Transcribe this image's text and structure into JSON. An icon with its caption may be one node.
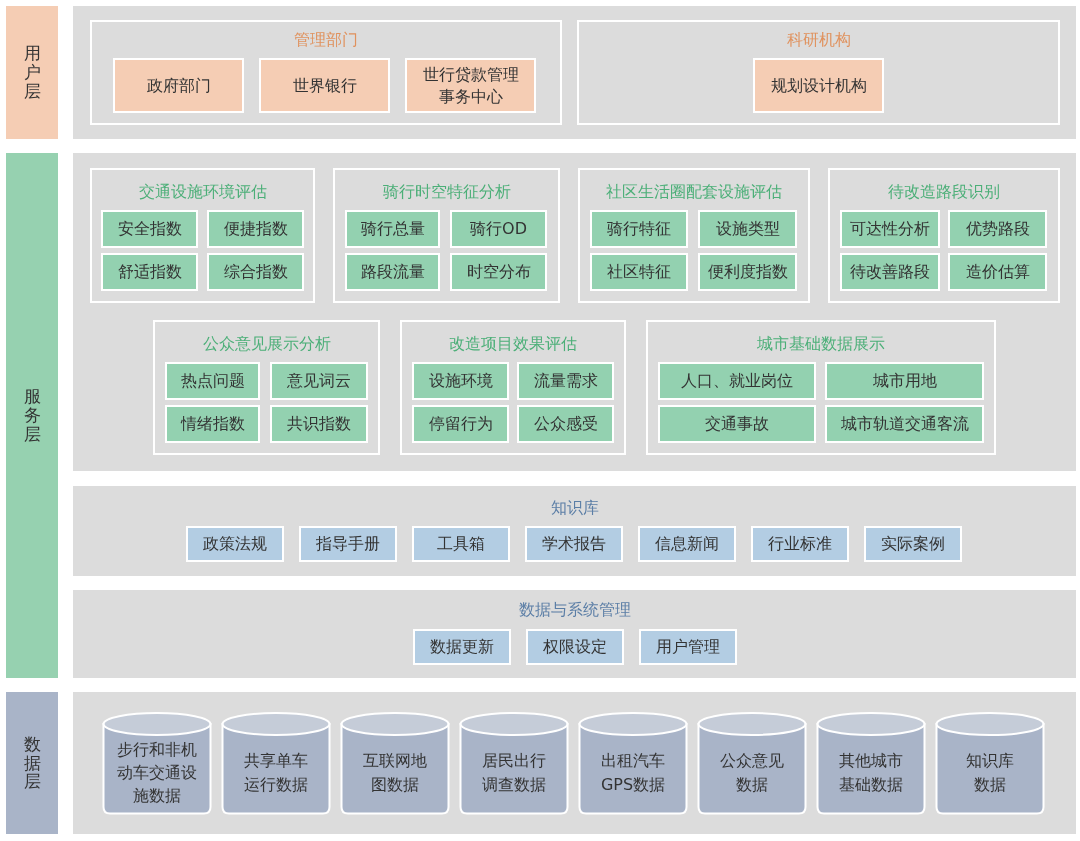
{
  "diagram": {
    "nodes": [
      {
        "text": [
          "用户层"
        ]
      },
      {
        "text": [
          "管理部门"
        ]
      },
      {
        "text": [
          "政府部门"
        ],
        "in": 1
      },
      {
        "text": [
          "世界银行"
        ],
        "in": 1
      },
      {
        "text": [
          "世行贷款管理事务中心"
        ],
        "in": 1
      },
      {
        "text": [
          "科研机构"
        ]
      },
      {
        "text": [
          "规划设计机构"
        ],
        "in": 5
      },
      {
        "text": [
          "服务层"
        ]
      },
      {
        "text": [
          "交通设施环境评估"
        ]
      },
      {
        "text": [
          "安全指数"
        ],
        "in": 8
      },
      {
        "text": [
          "便捷指数"
        ],
        "in": 8
      },
      {
        "text": [
          "舒适指数"
        ],
        "in": 8
      },
      {
        "text": [
          "综合指数"
        ],
        "in": 8
      },
      {
        "text": [
          "骑行时空特征分析"
        ]
      },
      {
        "text": [
          "骑行总量"
        ],
        "in": 13
      },
      {
        "text": [
          "骑行OD"
        ],
        "in": 13
      },
      {
        "text": [
          "路段流量"
        ],
        "in": 13
      },
      {
        "text": [
          "时空分布"
        ],
        "in": 13
      },
      {
        "text": [
          "社区生活圈配套设施评估"
        ]
      },
      {
        "text": [
          "骑行特征"
        ],
        "in": 18
      },
      {
        "text": [
          "设施类型"
        ],
        "in": 18
      },
      {
        "text": [
          "社区特征"
        ],
        "in": 18
      },
      {
        "text": [
          "便利度指数"
        ],
        "in": 18
      },
      {
        "text": [
          "待改造路段识别"
        ]
      },
      {
        "text": [
          "可达性分析"
        ],
        "in": 23
      },
      {
        "text": [
          "优势路段"
        ],
        "in": 23
      },
      {
        "text": [
          "待改善路段"
        ],
        "in": 23
      },
      {
        "text": [
          "造价估算"
        ],
        "in": 23
      },
      {
        "text": [
          "公众意见展示分析"
        ]
      },
      {
        "text": [
          "热点问题"
        ],
        "in": 28
      },
      {
        "text": [
          "意见词云"
        ],
        "in": 28
      },
      {
        "text": [
          "情绪指数"
        ],
        "in": 28
      },
      {
        "text": [
          "共识指数"
        ],
        "in": 28
      },
      {
        "text": [
          "改造项目效果评估"
        ]
      },
      {
        "text": [
          "设施环境"
        ],
        "in": 33
      },
      {
        "text": [
          "流量需求"
        ],
        "in": 33
      },
      {
        "text": [
          "停留行为"
        ],
        "in": 33
      },
      {
        "text": [
          "公众感受"
        ],
        "in": 33
      },
      {
        "text": [
          "城市基础数据展示"
        ]
      },
      {
        "text": [
          "人口、就业岗位"
        ],
        "in": 38
      },
      {
        "text": [
          "城市用地"
        ],
        "in": 38
      },
      {
        "text": [
          "交通事故"
        ],
        "in": 38
      },
      {
        "text": [
          "城市轨道交通客流"
        ],
        "in": 38
      },
      {
        "text": [
          "知识库"
        ]
      },
      {
        "text": [
          "政策法规"
        ],
        "in": 43
      },
      {
        "text": [
          "指导手册"
        ],
        "in": 43
      },
      {
        "text": [
          "工具箱"
        ],
        "in": 43
      },
      {
        "text": [
          "学术报告"
        ],
        "in": 43
      },
      {
        "text": [
          "信息新闻"
        ],
        "in": 43
      },
      {
        "text": [
          "行业标准"
        ],
        "in": 43
      },
      {
        "text": [
          "实际案例"
        ],
        "in": 43
      },
      {
        "text": [
          "数据与系统管理"
        ]
      },
      {
        "text": [
          "数据更新"
        ],
        "in": 51
      },
      {
        "text": [
          "权限设定"
        ],
        "in": 51
      },
      {
        "text": [
          "用户管理"
        ],
        "in": 51
      },
      {
        "text": [
          "数据层"
        ]
      },
      {
        "text": [
          "步行和非机动车交通设施数据"
        ]
      },
      {
        "text": [
          "共享单车运行数据"
        ]
      },
      {
        "text": [
          "互联网地图数据"
        ]
      },
      {
        "text": [
          "居民出行调查数据"
        ]
      },
      {
        "text": [
          "出租汽车GPS数据"
        ]
      },
      {
        "text": [
          "公众意见数据"
        ]
      },
      {
        "text": [
          "其他城市基础数据"
        ]
      },
      {
        "text": [
          "知识库数据"
        ]
      }
    ]
  }
}
